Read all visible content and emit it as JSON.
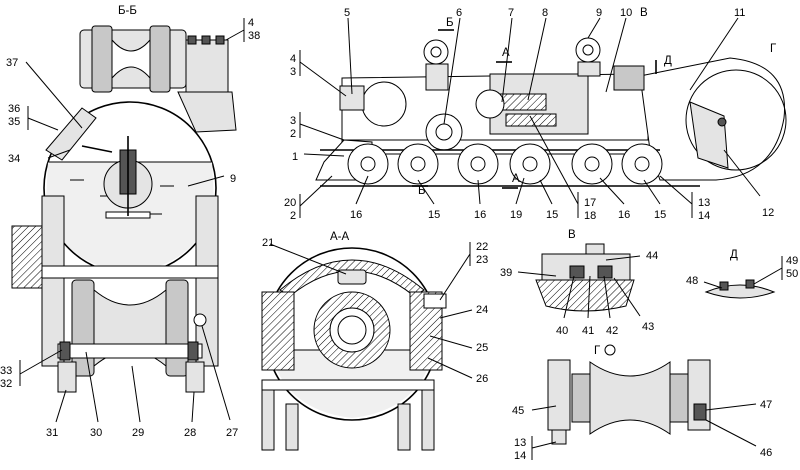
{
  "sections": {
    "bb": "Б-Б",
    "aa": "А-А",
    "v": "В",
    "d": "Д",
    "g": "Г"
  },
  "marks": {
    "b_top": "Б",
    "b_bottom": "Б",
    "a_top": "А",
    "a_bottom": "А",
    "v": "В",
    "d": "Д",
    "g": "Г"
  },
  "callouts": {
    "n1": "1",
    "n2_3a": "3",
    "n2_3b": "2",
    "n4_3a": "4",
    "n4_3b": "3",
    "n4_38a": "4",
    "n4_38b": "38",
    "n5": "5",
    "n6": "6",
    "n7": "7",
    "n8": "8",
    "n9_top": "9",
    "n9_bb": "9",
    "n10": "10",
    "n11": "11",
    "n12": "12",
    "n13_14a": "13",
    "n13_14b": "14",
    "n15a": "15",
    "n15b": "15",
    "n15c": "15",
    "n16a": "16",
    "n16b": "16",
    "n16c": "16",
    "n17_18a": "17",
    "n17_18b": "18",
    "n19": "19",
    "n20_2a": "20",
    "n20_2b": "2",
    "n21": "21",
    "n22_23a": "22",
    "n22_23b": "23",
    "n24": "24",
    "n25": "25",
    "n26": "26",
    "n27": "27",
    "n28": "28",
    "n29": "29",
    "n30": "30",
    "n31": "31",
    "n33_32a": "33",
    "n33_32b": "32",
    "n34": "34",
    "n36_35a": "36",
    "n36_35b": "35",
    "n37": "37",
    "n39": "39",
    "n40": "40",
    "n41": "41",
    "n42": "42",
    "n43": "43",
    "n44": "44",
    "n45": "45",
    "n46": "46",
    "n47": "47",
    "n48": "48",
    "n49_50a": "49",
    "n49_50b": "50",
    "n13_14g_a": "13",
    "n13_14g_b": "14"
  }
}
